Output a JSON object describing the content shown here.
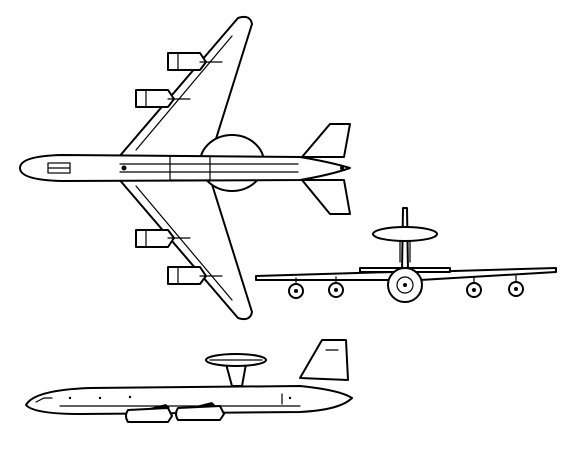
{
  "figure": {
    "views": [
      {
        "view": "top",
        "icon": "aircraft-planform-icon"
      },
      {
        "view": "front",
        "icon": "aircraft-front-view-icon"
      },
      {
        "view": "side",
        "icon": "aircraft-side-profile-icon"
      }
    ],
    "colors": {
      "line": "#000000",
      "background": "#ffffff"
    }
  }
}
